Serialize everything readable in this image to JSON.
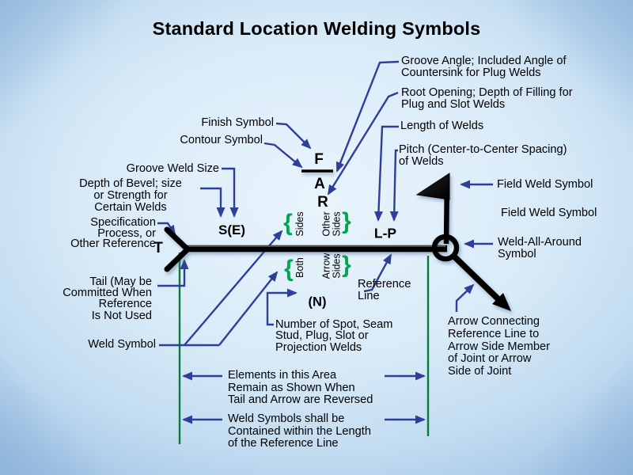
{
  "title": "Standard Location Welding Symbols",
  "labels": {
    "groove_angle": "Groove Angle; Included Angle of\nCountersink for Plug Welds",
    "root_opening": "Root Opening; Depth of Filling for\nPlug and Slot Welds",
    "length_of_welds": "Length of Welds",
    "pitch": "Pitch (Center-to-Center Spacing)\nof Welds",
    "field_weld_1": "Field Weld Symbol",
    "field_weld_2": "Field Weld Symbol",
    "weld_all_around": "Weld-All-Around\nSymbol",
    "arrow_connecting": "Arrow Connecting\nReference Line to\nArrow Side Member\nof Joint or Arrow\nSide of Joint",
    "finish_symbol": "Finish Symbol",
    "contour_symbol": "Contour Symbol",
    "groove_weld_size": "Groove Weld Size",
    "depth_of_bevel": "Depth of Bevel; size\nor  Strength for\nCertain Welds",
    "specification": "Specification\nProcess, or\nOther Reference",
    "tail": "Tail (May be\nCommitted When\nReference\nIs Not Used",
    "weld_symbol": "Weld Symbol",
    "reference_line": "Reference\nLine",
    "number_of_welds": "Number of Spot, Seam\nStud, Plug, Slot or\nProjection Welds",
    "elements_area": "Elements in this Area\nRemain as Shown When\nTail and Arrow are Reversed",
    "weld_symbols_contained": "Weld Symbols shall be\nContained within the Length\nof the Reference Line"
  },
  "symbols": {
    "tail_letter": "T",
    "size_strength": "S(E)",
    "finish": "F",
    "groove_angle": "A",
    "root_opening": "R",
    "length_pitch": "L-P",
    "number": "(N)"
  },
  "side_annotations": {
    "above_brace_open": "{",
    "above_sides": "Sides",
    "above_other_sides": "Other\nSides",
    "above_brace_close": "}",
    "below_brace_open": "{",
    "below_both": "Both",
    "below_arrow_sides": "Arrow\nSides",
    "below_brace_close": "}"
  },
  "colors": {
    "connector_blue": "#2e3e9b",
    "boundary_green": "#0a7a3c",
    "brace_green": "#00a550",
    "ink": "#000000",
    "background_light": "#d9ebf8",
    "background_edge": "#a6c7e7"
  }
}
